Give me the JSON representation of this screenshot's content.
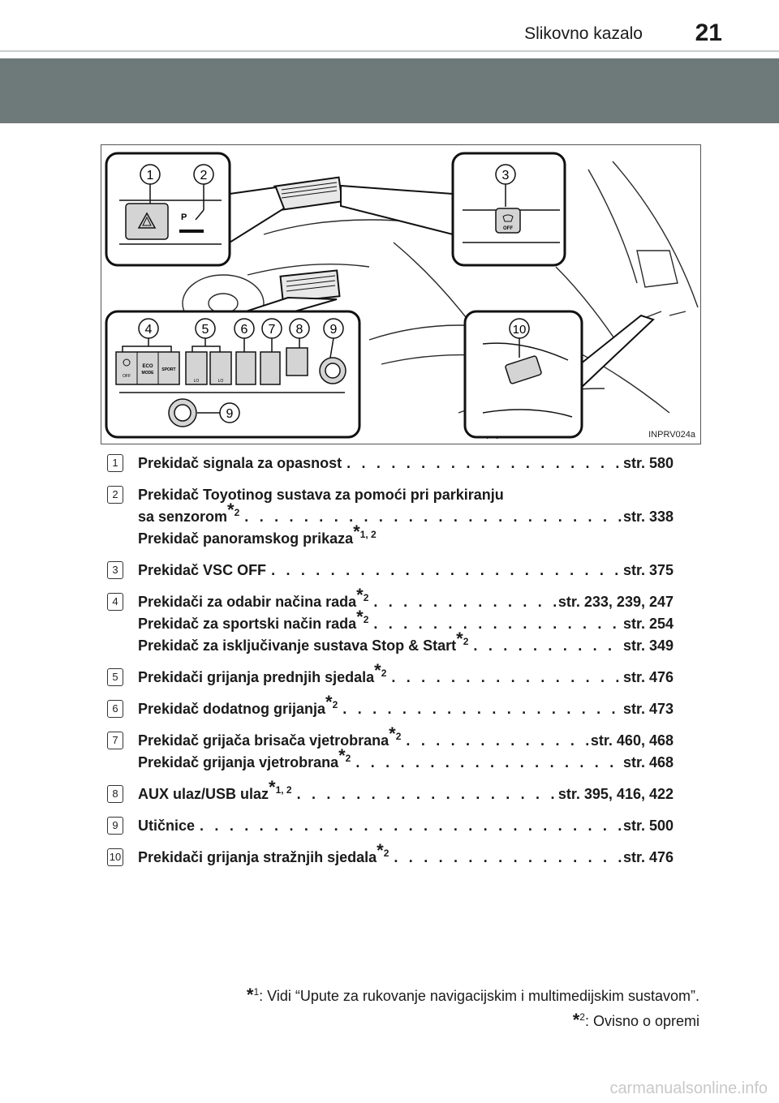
{
  "header": {
    "section_title": "Slikovno kazalo",
    "page_number": "21"
  },
  "figure": {
    "image_code": "INPRV024a",
    "callouts": [
      "1",
      "2",
      "3",
      "4",
      "5",
      "6",
      "7",
      "8",
      "9",
      "9",
      "10"
    ],
    "panel_labels": {
      "eco_mode": "ECO MODE",
      "sport": "SPORT",
      "off": "OFF",
      "lo": "LO"
    }
  },
  "entries": [
    {
      "num": "1",
      "lines": [
        {
          "text": "Prekidač signala za opasnost",
          "sup": "",
          "ref": "str. 580"
        }
      ]
    },
    {
      "num": "2",
      "lines": [
        {
          "text": "Prekidač Toyotinog sustava za pomoći pri parkiranju",
          "sup": "",
          "ref": ""
        },
        {
          "text": "sa senzorom",
          "sup": "2",
          "ref": "str. 338"
        },
        {
          "text": "Prekidač panoramskog prikaza",
          "sup": "1, 2",
          "ref": ""
        }
      ]
    },
    {
      "num": "3",
      "lines": [
        {
          "text": "Prekidač VSC OFF",
          "sup": "",
          "ref": "str. 375"
        }
      ]
    },
    {
      "num": "4",
      "lines": [
        {
          "text": "Prekidači za odabir načina rada",
          "sup": "2",
          "ref": "str. 233, 239, 247"
        },
        {
          "text": "Prekidač za sportski način rada",
          "sup": "2",
          "ref": "str. 254"
        },
        {
          "text": "Prekidač za isključivanje sustava Stop & Start",
          "sup": "2",
          "ref": "str. 349"
        }
      ]
    },
    {
      "num": "5",
      "lines": [
        {
          "text": "Prekidači grijanja prednjih sjedala",
          "sup": "2",
          "ref": "str. 476"
        }
      ]
    },
    {
      "num": "6",
      "lines": [
        {
          "text": "Prekidač dodatnog grijanja",
          "sup": "2",
          "ref": "str. 473"
        }
      ]
    },
    {
      "num": "7",
      "lines": [
        {
          "text": "Prekidač grijača brisača vjetrobrana",
          "sup": "2",
          "ref": "str. 460, 468"
        },
        {
          "text": "Prekidač grijanja vjetrobrana",
          "sup": "2",
          "ref": "str. 468"
        }
      ]
    },
    {
      "num": "8",
      "lines": [
        {
          "text": "AUX ulaz/USB ulaz",
          "sup": "1, 2",
          "ref": "str. 395, 416, 422"
        }
      ]
    },
    {
      "num": "9",
      "lines": [
        {
          "text": "Utičnice",
          "sup": "",
          "ref": "str. 500"
        }
      ]
    },
    {
      "num": "10",
      "lines": [
        {
          "text": "Prekidači grijanja stražnjih sjedala",
          "sup": "2",
          "ref": "str. 476"
        }
      ]
    }
  ],
  "footnotes": [
    {
      "mark": "*",
      "sup": "1",
      "text": ": Vidi “Upute za rukovanje navigacijskim i multimedijskim sustavom”."
    },
    {
      "mark": "*",
      "sup": "2",
      "text": ": Ovisno o opremi"
    }
  ],
  "watermark": "carmanualsonline.info"
}
